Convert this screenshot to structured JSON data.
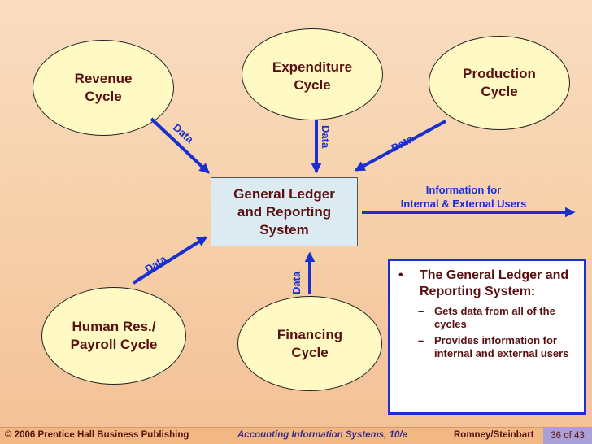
{
  "cycles": {
    "revenue": "Revenue\nCycle",
    "expenditure": "Expenditure\nCycle",
    "production": "Production\nCycle",
    "hr_payroll": "Human Res./\nPayroll Cycle",
    "financing": "Financing\nCycle"
  },
  "general_ledger": "General Ledger\nand Reporting\nSystem",
  "data_label": "Data",
  "info_label": {
    "line1": "Information for",
    "line2": "Internal & External Users"
  },
  "summary": {
    "bullet": "•",
    "main": "The General Ledger and Reporting System:",
    "dash": "–",
    "subs": [
      "Gets data from all of the cycles",
      "Provides information for internal and external users"
    ]
  },
  "footer": {
    "left": "© 2006 Prentice Hall Business Publishing",
    "middle": "Accounting Information Systems, 10/e",
    "right": "Romney/Steinbart",
    "page": "36 of 43"
  },
  "colors": {
    "oval_fill": "#fff9c4",
    "box_fill": "#dcebf2",
    "arrow": "#1a2fd0",
    "text": "#5a1010"
  }
}
